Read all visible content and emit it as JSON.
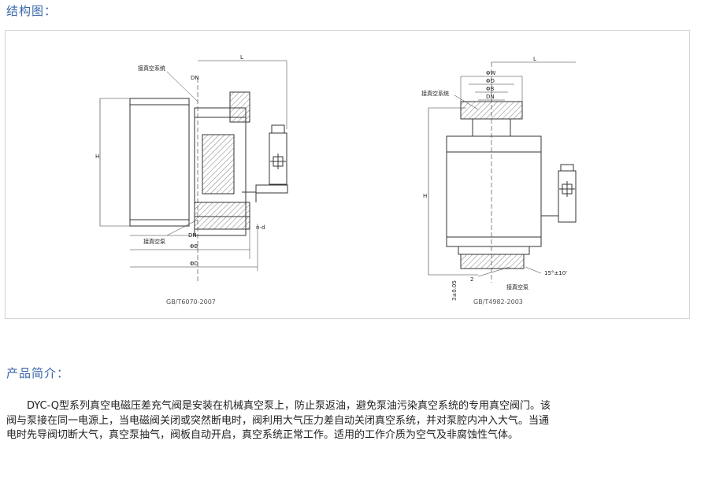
{
  "structure_title": "结构图：",
  "intro_title": "产品简介：",
  "figure": {
    "left_caption": "GB/T6070-2007",
    "right_caption": "GB/T4982-2003",
    "left_labels": {
      "vac_system": "接真空系统",
      "pump": "接真空泵",
      "L": "L",
      "DN_top": "DN",
      "DN_bottom": "DN",
      "H": "H",
      "phiB": "ΦB",
      "phiD": "ΦD",
      "n_d": "n-d"
    },
    "right_labels": {
      "vac_system": "接真空系统",
      "pump": "接真空泵",
      "L": "L",
      "phiW": "ΦW",
      "phiD": "ΦD",
      "phiB": "ΦB",
      "DN": "DN",
      "H": "H",
      "angle": "15°±10'",
      "tol": "3±0.05",
      "dim2": "2"
    }
  },
  "description": "DYC-Q型系列真空电磁压差充气阀是安装在机械真空泵上，防止泵返油，避免泵油污染真空系统的专用真空阀门。该阀与泵接在同一电源上，当电磁阀关闭或突然断电时，阀利用大气压力差自动关闭真空系统，并对泵腔内冲入大气。当通电时先导阀切断大气，真空泵抽气，阀板自动开启，真空系统正常工作。适用的工作介质为空气及非腐蚀性气体。"
}
